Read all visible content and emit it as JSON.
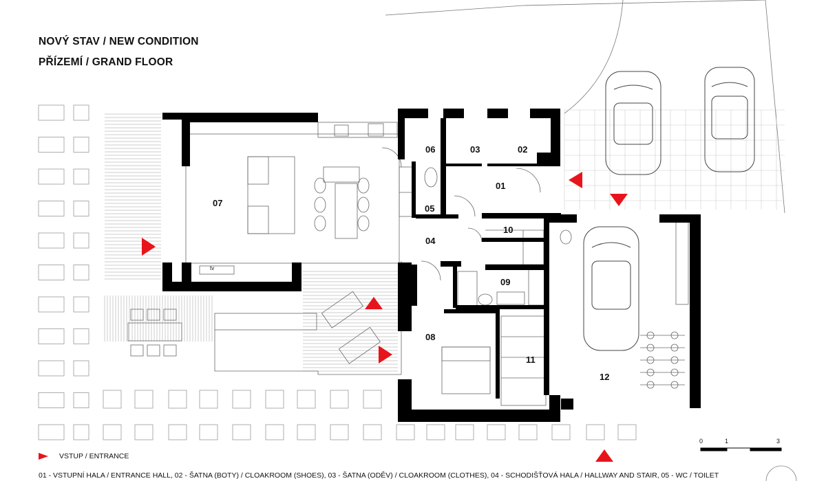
{
  "titles": {
    "line1": "NOVÝ STAV  /  NEW CONDITION",
    "line2": "PŘÍZEMÍ  /  GRAND  FLOOR"
  },
  "rooms": [
    {
      "id": "room-01",
      "label": "01"
    },
    {
      "id": "room-02",
      "label": "02"
    },
    {
      "id": "room-03",
      "label": "03"
    },
    {
      "id": "room-04",
      "label": "04"
    },
    {
      "id": "room-05",
      "label": "05"
    },
    {
      "id": "room-06",
      "label": "06"
    },
    {
      "id": "room-07",
      "label": "07"
    },
    {
      "id": "room-08",
      "label": "08"
    },
    {
      "id": "room-09",
      "label": "09"
    },
    {
      "id": "room-10",
      "label": "10"
    },
    {
      "id": "room-11",
      "label": "11"
    },
    {
      "id": "room-12",
      "label": "12"
    }
  ],
  "tv_label": "tv",
  "legend": {
    "entrance_label": "VSTUP  / ENTRANCE",
    "marker_color": "#e8141c"
  },
  "scale": {
    "labels": [
      "0",
      "1",
      "3"
    ]
  },
  "footer_text": "01 - VSTUPNÍ HALA / ENTRANCE HALL,   02 - ŠATNA (BOTY) / CLOAKROOM (SHOES),   03 - ŠATNA  (ODĚV) / CLOAKROOM (CLOTHES),   04 - SCHODIŠŤOVÁ HALA / HALLWAY AND STAIR,   05 - WC / TOILET",
  "colors": {
    "wall": "#000000",
    "line": "#555555",
    "accent": "#e8141c"
  }
}
